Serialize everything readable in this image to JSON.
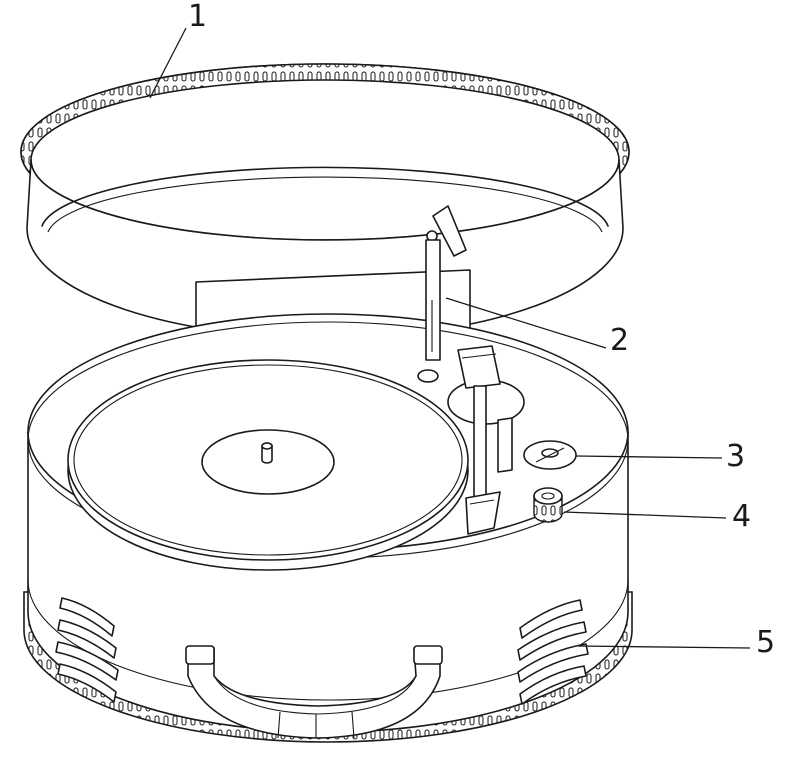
{
  "callouts": [
    {
      "id": "lid-rim",
      "label": "1"
    },
    {
      "id": "tonearm-rest",
      "label": "2"
    },
    {
      "id": "speed-adapter",
      "label": "3"
    },
    {
      "id": "volume-knob",
      "label": "4"
    },
    {
      "id": "speaker-grille",
      "label": "5"
    }
  ],
  "colors": {
    "line": "#1a1a1a",
    "paper": "#ffffff"
  }
}
